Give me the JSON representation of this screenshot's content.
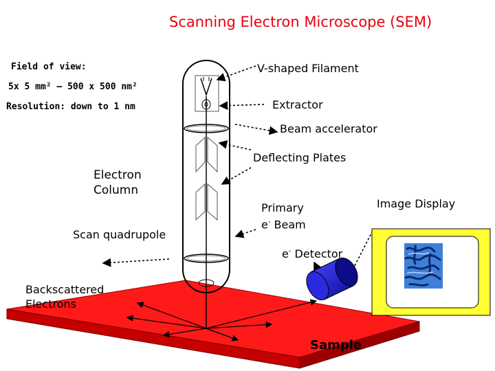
{
  "title": "Scanning Electron Microscope (SEM)",
  "specs": {
    "field_of_view": "Field of view:",
    "field_range": "5x 5 mm² – 500 x 500 nm²",
    "resolution": "Resolution: down to 1 nm"
  },
  "labels": {
    "filament": "V-shaped Filament",
    "extractor": "Extractor",
    "beam_accelerator": "Beam accelerator",
    "deflecting_plates": "Deflecting Plates",
    "electron_column_line1": "Electron",
    "electron_column_line2": "Column",
    "scan_quadrupole": "Scan quadrupole",
    "primary_beam_line1": "Primary",
    "primary_beam_e": "e",
    "primary_beam_sup": "-",
    "primary_beam_word": " Beam",
    "detector_e": "e",
    "detector_sup": "-",
    "detector_word": " Detector",
    "image_display": "Image Display",
    "backscattered_line1": "Backscattered",
    "backscattered_line2": "Electrons",
    "sample": "Sample"
  },
  "colors": {
    "title": "#e8000e",
    "sample_top": "#ff1a1a",
    "sample_side": "#b00000",
    "display_frame": "#ffff33",
    "detector": "#2222cc",
    "specimen_image": "#3f7fd9"
  }
}
